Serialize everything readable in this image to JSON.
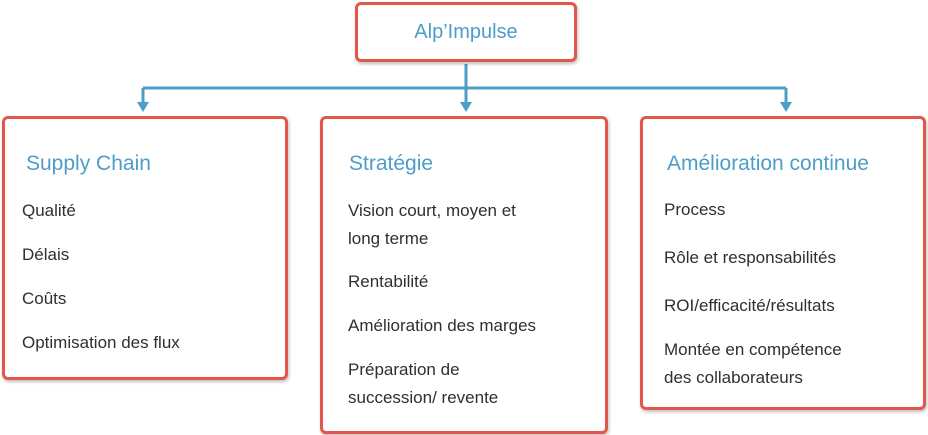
{
  "root": {
    "title": "Alp’Impulse"
  },
  "columns": [
    {
      "title": "Supply Chain",
      "items": [
        "Qualité",
        "Délais",
        "Coûts",
        "Optimisation des flux"
      ]
    },
    {
      "title": "Stratégie",
      "items": [
        "Vision court, moyen et",
        "long terme",
        "Rentabilité",
        "Amélioration des marges",
        "Préparation de",
        "succession/ revente"
      ]
    },
    {
      "title": "Amélioration continue",
      "items": [
        "Process",
        "Rôle et responsabilités",
        "ROI/efficacité/résultats",
        "Montée en compétence",
        "des collaborateurs"
      ]
    }
  ],
  "colors": {
    "border": "#e2574c",
    "title": "#4d9dc9",
    "connector": "#4d9dc9",
    "text": "#2f2f2f"
  }
}
